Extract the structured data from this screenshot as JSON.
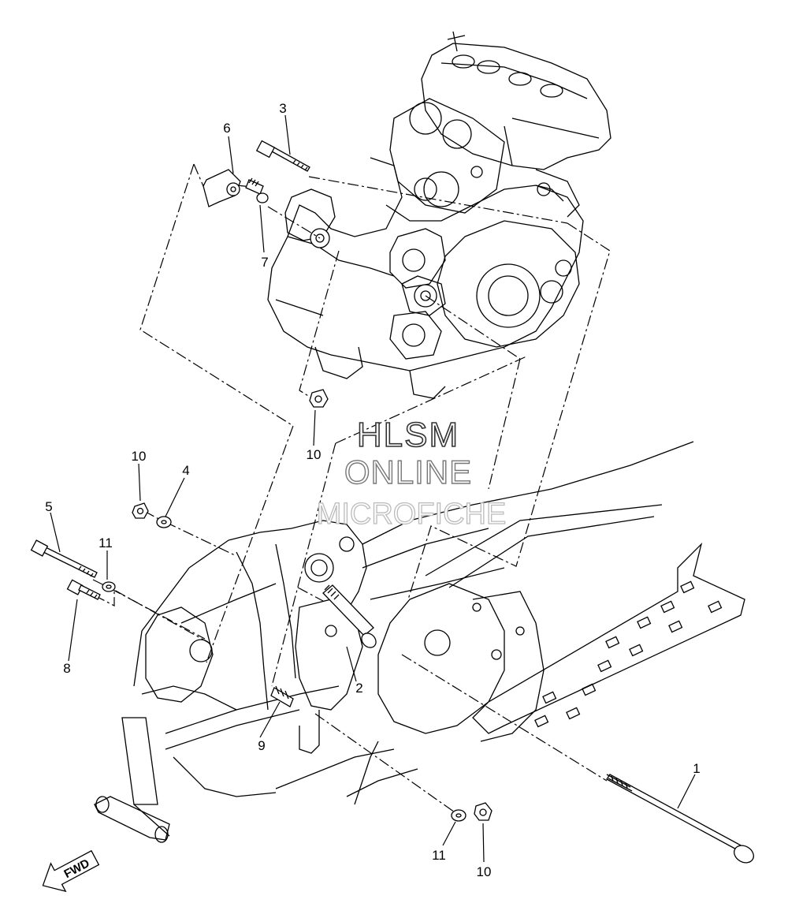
{
  "watermark": {
    "line1": "HLSM",
    "line2": "ONLINE",
    "line3": "MICROFICHE"
  },
  "direction_marker": "FWD",
  "callouts": [
    {
      "id": "c1",
      "label": "1"
    },
    {
      "id": "c2",
      "label": "2"
    },
    {
      "id": "c3",
      "label": "3"
    },
    {
      "id": "c4",
      "label": "4"
    },
    {
      "id": "c5",
      "label": "5"
    },
    {
      "id": "c6",
      "label": "6"
    },
    {
      "id": "c7",
      "label": "7"
    },
    {
      "id": "c8",
      "label": "8"
    },
    {
      "id": "c9",
      "label": "9"
    },
    {
      "id": "c10a",
      "label": "10"
    },
    {
      "id": "c10b",
      "label": "10"
    },
    {
      "id": "c10c",
      "label": "10"
    },
    {
      "id": "c11a",
      "label": "11"
    },
    {
      "id": "c11b",
      "label": "11"
    }
  ]
}
